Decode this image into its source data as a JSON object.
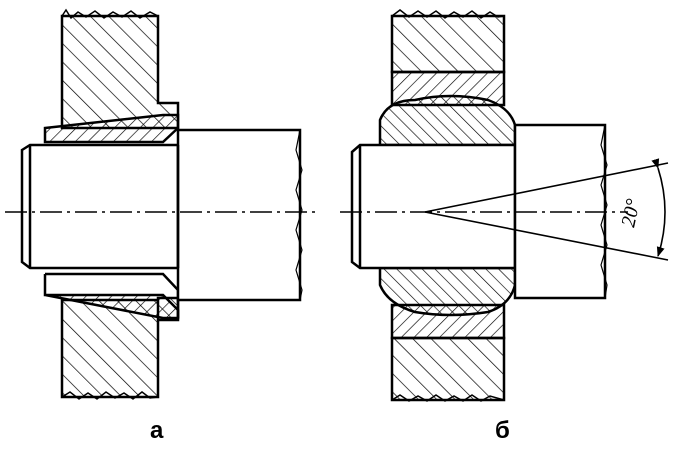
{
  "captions": {
    "left": "а",
    "right": "б"
  },
  "angle_label": "20°",
  "colors": {
    "line": "#000000",
    "background": "#ffffff"
  }
}
